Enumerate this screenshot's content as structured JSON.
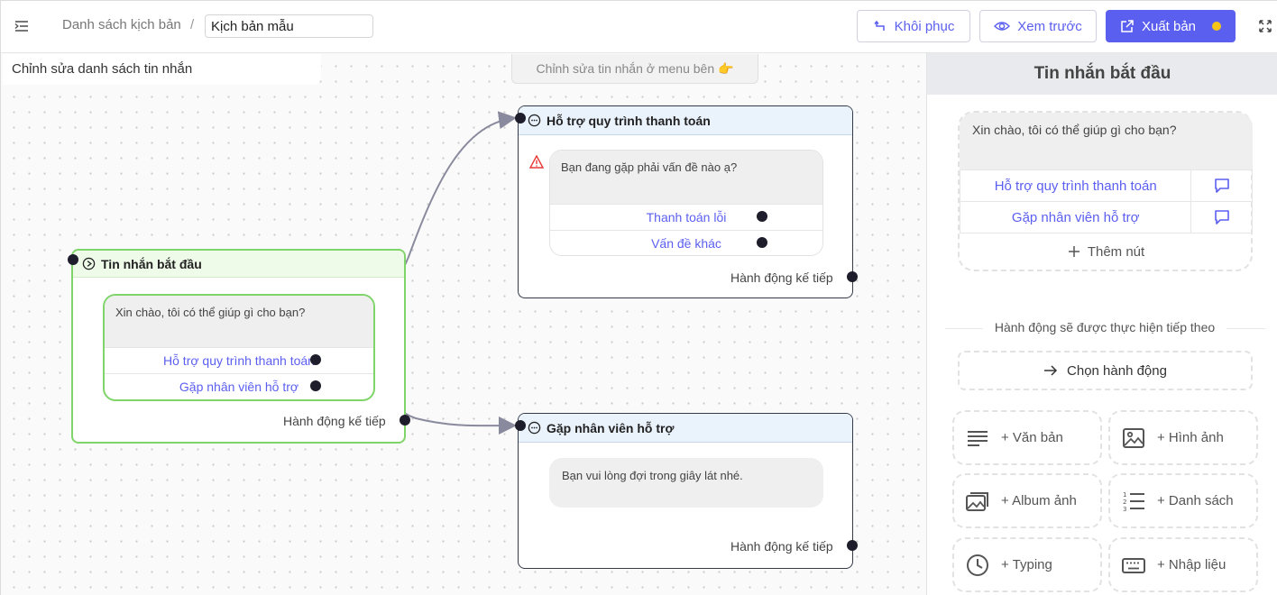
{
  "topbar": {
    "breadcrumb": "Danh sách kịch bản",
    "separator": "/",
    "scenario_name": "Kịch bản mẫu",
    "restore_label": "Khôi phục",
    "preview_label": "Xem trước",
    "publish_label": "Xuất bản",
    "publish_status_color": "#f5c518"
  },
  "canvas": {
    "edit_list_title": "Chỉnh sửa danh sách tin nhắn",
    "hint": "Chỉnh sửa tin nhắn ở menu bên 👉",
    "nodes": {
      "start": {
        "title": "Tin nhắn bắt đầu",
        "message": "Xin chào, tôi có thể giúp gì cho bạn?",
        "buttons": [
          "Hỗ trợ quy trình thanh toán",
          "Gặp nhân viên hỗ trợ"
        ],
        "next_action": "Hành động kế tiếp"
      },
      "payment": {
        "title": "Hỗ trợ quy trình thanh toán",
        "message": "Bạn đang gặp phải vấn đề nào ạ?",
        "buttons": [
          "Thanh toán lỗi",
          "Vấn đề khác"
        ],
        "next_action": "Hành động kế tiếp"
      },
      "agent": {
        "title": "Gặp nhân viên hỗ trợ",
        "message": "Bạn vui lòng đợi trong giây lát nhé.",
        "next_action": "Hành động kế tiếp"
      }
    }
  },
  "panel": {
    "title": "Tin nhắn bắt đầu",
    "message": "Xin chào, tôi có thể giúp gì cho bạn?",
    "buttons": [
      "Hỗ trợ quy trình thanh toán",
      "Gặp nhân viên hỗ trợ"
    ],
    "add_button": "Thêm nút",
    "next_action_heading": "Hành động sẽ được thực hiện tiếp theo",
    "choose_action": "Chọn hành động",
    "tiles": [
      "+ Văn bản",
      "+ Hình ảnh",
      "+ Album ảnh",
      "+ Danh sách",
      "+ Typing",
      "+ Nhập liệu"
    ]
  },
  "colors": {
    "accent": "#5b5fef",
    "start_border": "#7fd46a",
    "warning": "#e53935"
  }
}
